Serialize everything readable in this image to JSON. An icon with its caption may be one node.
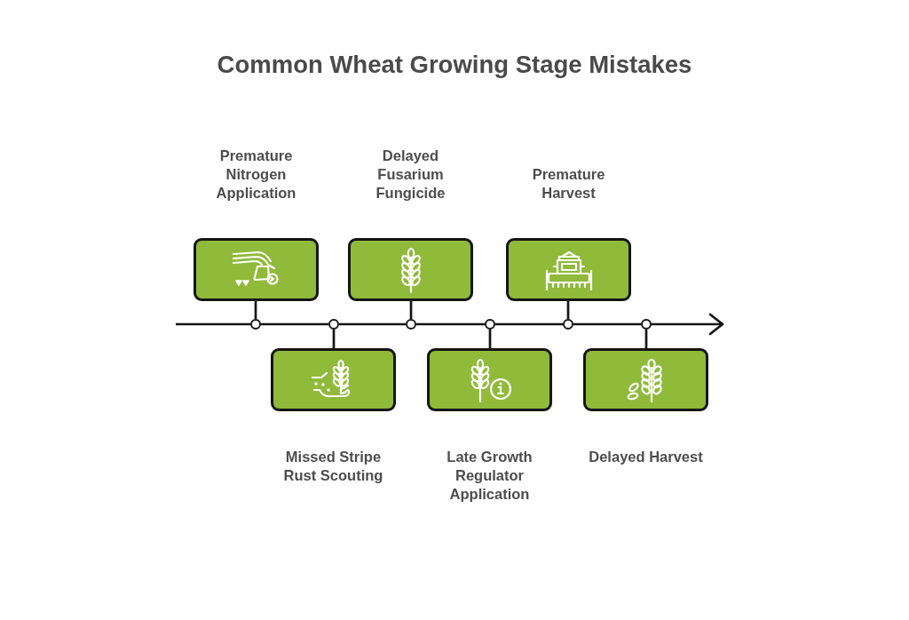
{
  "diagram": {
    "title": "Common Wheat Growing Stage Mistakes",
    "nodes": [
      {
        "text": [],
        "shape": "box",
        "beside": [
          "Premature Nitrogen Application"
        ]
      },
      {
        "text": [],
        "shape": "box",
        "beside": [
          "Missed Stripe Rust Scouting"
        ]
      },
      {
        "text": [],
        "shape": "box",
        "beside": [
          "Delayed Fusarium Fungicide"
        ]
      },
      {
        "text": [],
        "shape": "box",
        "beside": [
          "Late Growth Regulator Application"
        ]
      },
      {
        "text": [],
        "shape": "box",
        "beside": [
          "Premature Harvest"
        ]
      },
      {
        "text": [],
        "shape": "box",
        "beside": [
          "Delayed Harvest"
        ]
      },
      {
        "text": [],
        "shape": "circle"
      },
      {
        "text": [],
        "shape": "circle"
      },
      {
        "text": [],
        "shape": "circle"
      },
      {
        "text": [],
        "shape": "circle"
      },
      {
        "text": [],
        "shape": "circle"
      },
      {
        "text": [],
        "shape": "circle"
      }
    ],
    "edges": [
      {
        "from": 0,
        "to": 6,
        "arrow": "none"
      },
      {
        "from": 1,
        "to": 7,
        "arrow": "none"
      },
      {
        "from": 2,
        "to": 8,
        "arrow": "none"
      },
      {
        "from": 3,
        "to": 9,
        "arrow": "none"
      },
      {
        "from": 4,
        "to": 10,
        "arrow": "none"
      },
      {
        "from": 5,
        "to": 11,
        "arrow": "none"
      },
      {
        "from": null,
        "to": 6,
        "arrow": "none"
      },
      {
        "from": 6,
        "to": 7,
        "arrow": "none"
      },
      {
        "from": 7,
        "to": 8,
        "arrow": "none"
      },
      {
        "from": 8,
        "to": 9,
        "arrow": "none"
      },
      {
        "from": 9,
        "to": 10,
        "arrow": "none"
      },
      {
        "from": 10,
        "to": 11,
        "arrow": "none"
      },
      {
        "from": 11,
        "to": null,
        "arrow": "to"
      }
    ]
  }
}
